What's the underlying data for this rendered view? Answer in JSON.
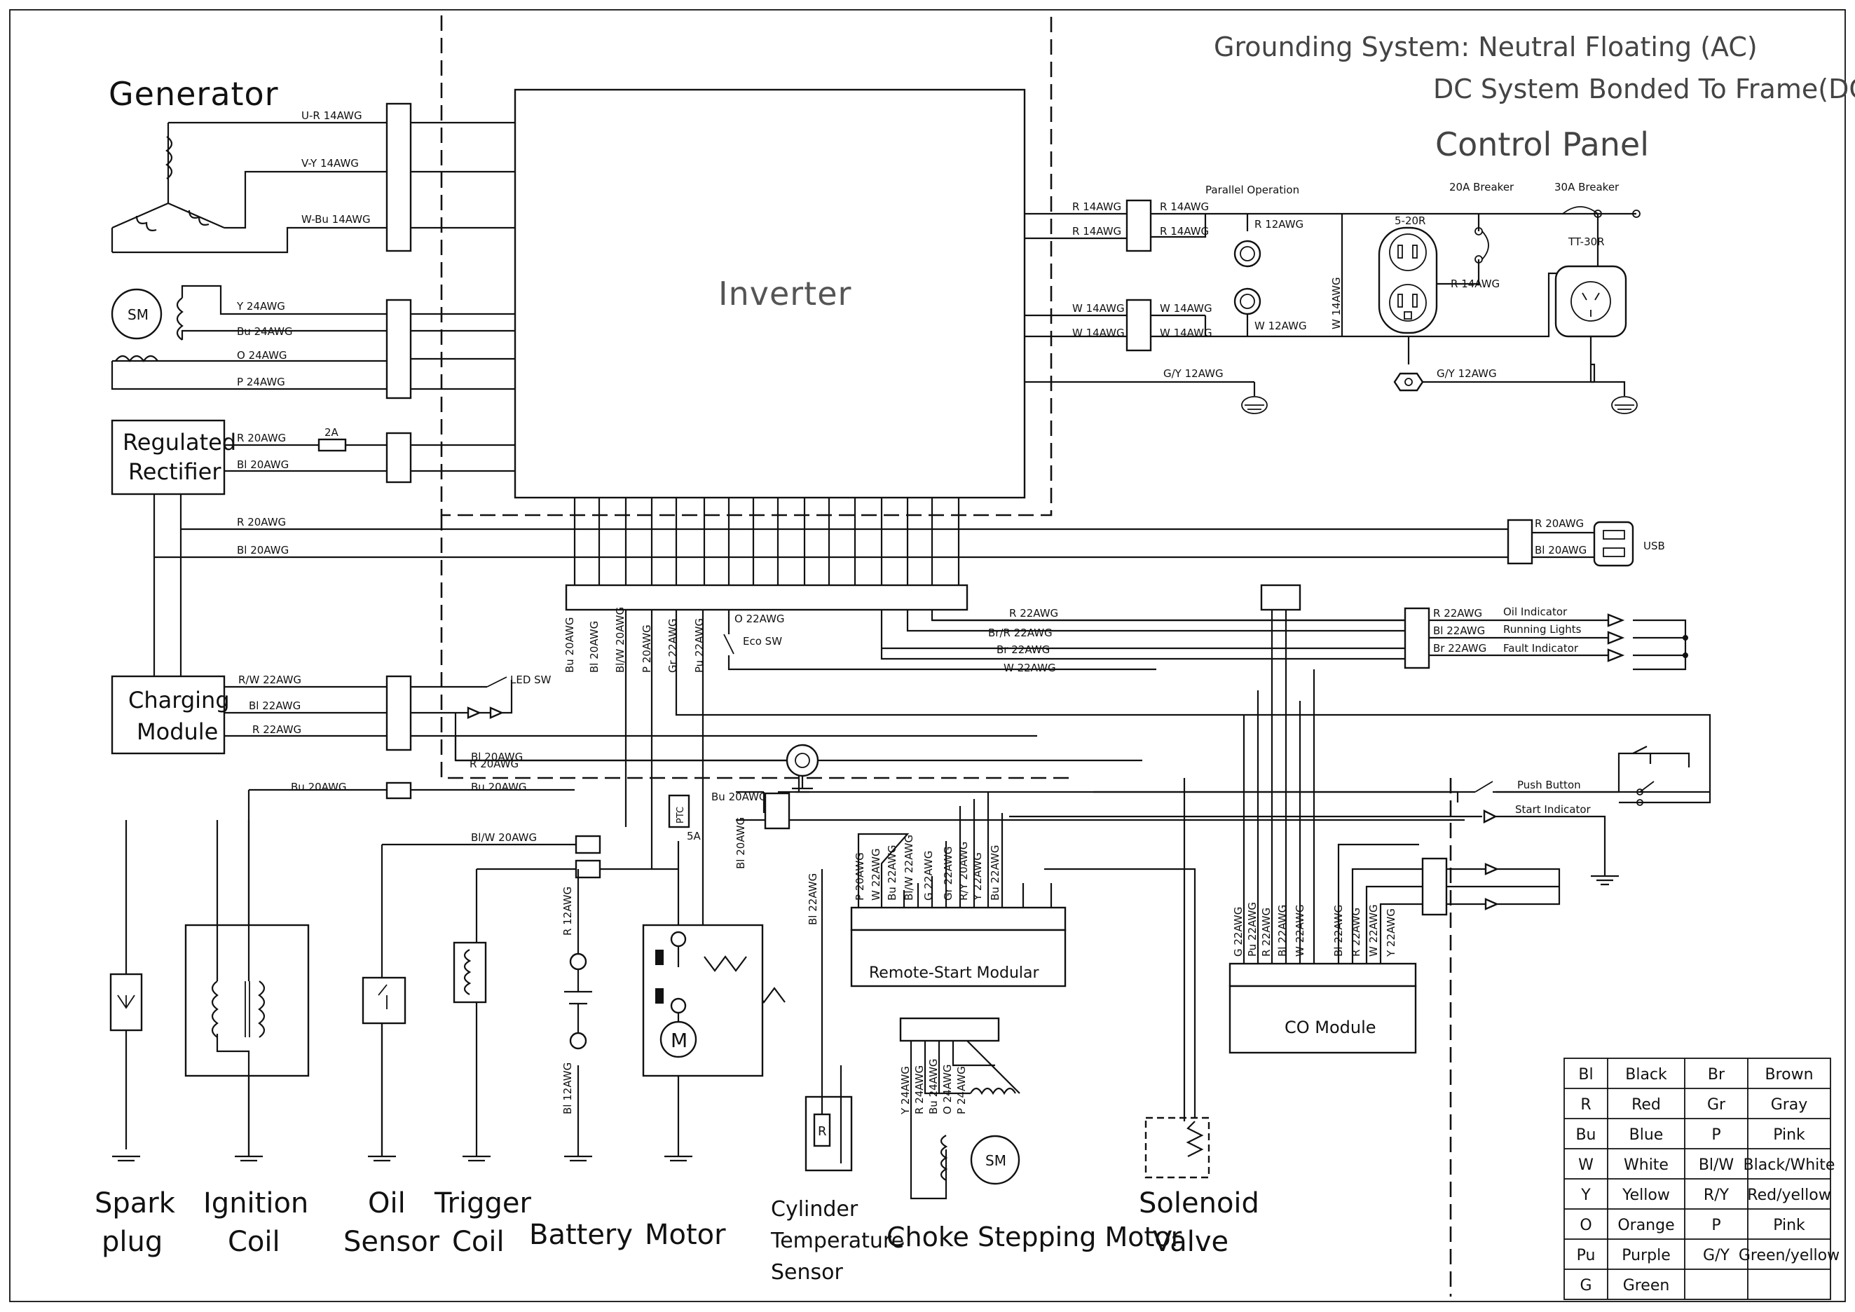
{
  "header": {
    "line1": "Grounding System: Neutral Floating (AC)",
    "line2": "DC System Bonded To Frame(DC)",
    "control_panel": "Control Panel"
  },
  "blocks": {
    "generator": "Generator",
    "inverter": "Inverter",
    "rectifier_1": "Regulated",
    "rectifier_2": "Rectifier",
    "charging_1": "Charging",
    "charging_2": "Module",
    "remote_start": "Remote-Start Modular",
    "co_module": "CO Module",
    "sm": "SM",
    "motor_m": "M",
    "temp_r": "R"
  },
  "gen_wires": [
    "U-R 14AWG",
    "V-Y 14AWG",
    "W-Bu 14AWG"
  ],
  "sm_wires": [
    "Y 24AWG",
    "Bu 24AWG",
    "O 24AWG",
    "P 24AWG"
  ],
  "rect_wires": [
    "R 20AWG",
    "Bl 20AWG"
  ],
  "fuse_2a": "2A",
  "inv_out": [
    "R 14AWG",
    "R 14AWG",
    "W 14AWG",
    "W 14AWG",
    "G/Y 12AWG"
  ],
  "panel_wires": {
    "r14a": "R 14AWG",
    "r14b": "R 14AWG",
    "w14a": "W 14AWG",
    "w14b": "W 14AWG",
    "r12": "R 12AWG",
    "w12": "W 12AWG",
    "w14v": "W 14AWG",
    "r14r": "R 14AWG",
    "gy12": "G/Y 12AWG"
  },
  "panel_labels": {
    "parallel": "Parallel Operation",
    "breaker20": "20A Breaker",
    "breaker30": "30A Breaker",
    "outlet520": "5-20R",
    "outlet_tt": "TT-30R",
    "usb": "USB"
  },
  "bus_wires": [
    "R 20AWG",
    "Bl 20AWG"
  ],
  "usb_wires": [
    "R 20AWG",
    "Bl 20AWG"
  ],
  "vert_wires": [
    "Bu 20AWG",
    "Bl 20AWG",
    "Bl/W 20AWG",
    "P 20AWG",
    "Gr 22AWG",
    "Pu 22AWG"
  ],
  "eco": {
    "wire": "O 22AWG",
    "switch": "Eco SW"
  },
  "indicator_wires": [
    "R 22AWG",
    "Br/R 22AWG",
    "Br 22AWG",
    "W 22AWG"
  ],
  "indicators": {
    "wires": [
      "R 22AWG",
      "Bl 22AWG",
      "Br 22AWG"
    ],
    "labels": [
      "Oil Indicator",
      "Running Lights",
      "Fault Indicator"
    ]
  },
  "charging_wires": [
    "R/W 22AWG",
    "Bl 22AWG",
    "R 22AWG"
  ],
  "led_sw": "LED SW",
  "lower_wires": {
    "r20": "R 20AWG",
    "bl20": "Bl 20AWG",
    "bu20a": "Bu 20AWG",
    "bu20b": "Bu 20AWG",
    "blw20": "Bl/W 20AWG",
    "bu20c": "Bu 20AWG",
    "bl20v": "Bl 20AWG",
    "r12": "R 12AWG",
    "bl12": "Bl 12AWG",
    "bl22v": "Bl 22AWG"
  },
  "ptc": "PTC",
  "fuse_5a": "5A",
  "push": {
    "button": "Push Button",
    "indicator": "Start Indicator"
  },
  "remote_wires": [
    "P 20AWG",
    "W 22AWG",
    "Bu 22AWG",
    "Bl/W 22AWG",
    "G 22AWG",
    "Gr 22AWG",
    "R/Y 20AWG",
    "Y 22AWG",
    "Bu 22AWG"
  ],
  "co_wires": [
    "G 22AWG",
    "Pu 22AWG",
    "R 22AWG",
    "Bl 22AWG",
    "W 22AWG",
    "Bl 22AWG",
    "R 22AWG",
    "W 22AWG",
    "Y 22AWG"
  ],
  "choke_wires": [
    "Y 24AWG",
    "R 24AWG",
    "Bu 24AWG",
    "O 24AWG",
    "P 24AWG"
  ],
  "components": {
    "spark_1": "Spark",
    "spark_2": "plug",
    "ignition_1": "Ignition",
    "ignition_2": "Coil",
    "oil_1": "Oil",
    "oil_2": "Sensor",
    "trigger_1": "Trigger",
    "trigger_2": "Coil",
    "battery": "Battery",
    "motor": "Motor",
    "cyl_1": "Cylinder",
    "cyl_2": "Temperature",
    "cyl_3": "Sensor",
    "choke": "Choke Stepping Motor",
    "sol_1": "Solenoid",
    "sol_2": "Valve"
  },
  "legend": [
    [
      "Bl",
      "Black",
      "Br",
      "Brown"
    ],
    [
      "R",
      "Red",
      "Gr",
      "Gray"
    ],
    [
      "Bu",
      "Blue",
      "P",
      "Pink"
    ],
    [
      "W",
      "White",
      "Bl/W",
      "Black/White"
    ],
    [
      "Y",
      "Yellow",
      "R/Y",
      "Red/yellow"
    ],
    [
      "O",
      "Orange",
      "P",
      "Pink"
    ],
    [
      "Pu",
      "Purple",
      "G/Y",
      "Green/yellow"
    ],
    [
      "G",
      "Green",
      "",
      ""
    ]
  ]
}
